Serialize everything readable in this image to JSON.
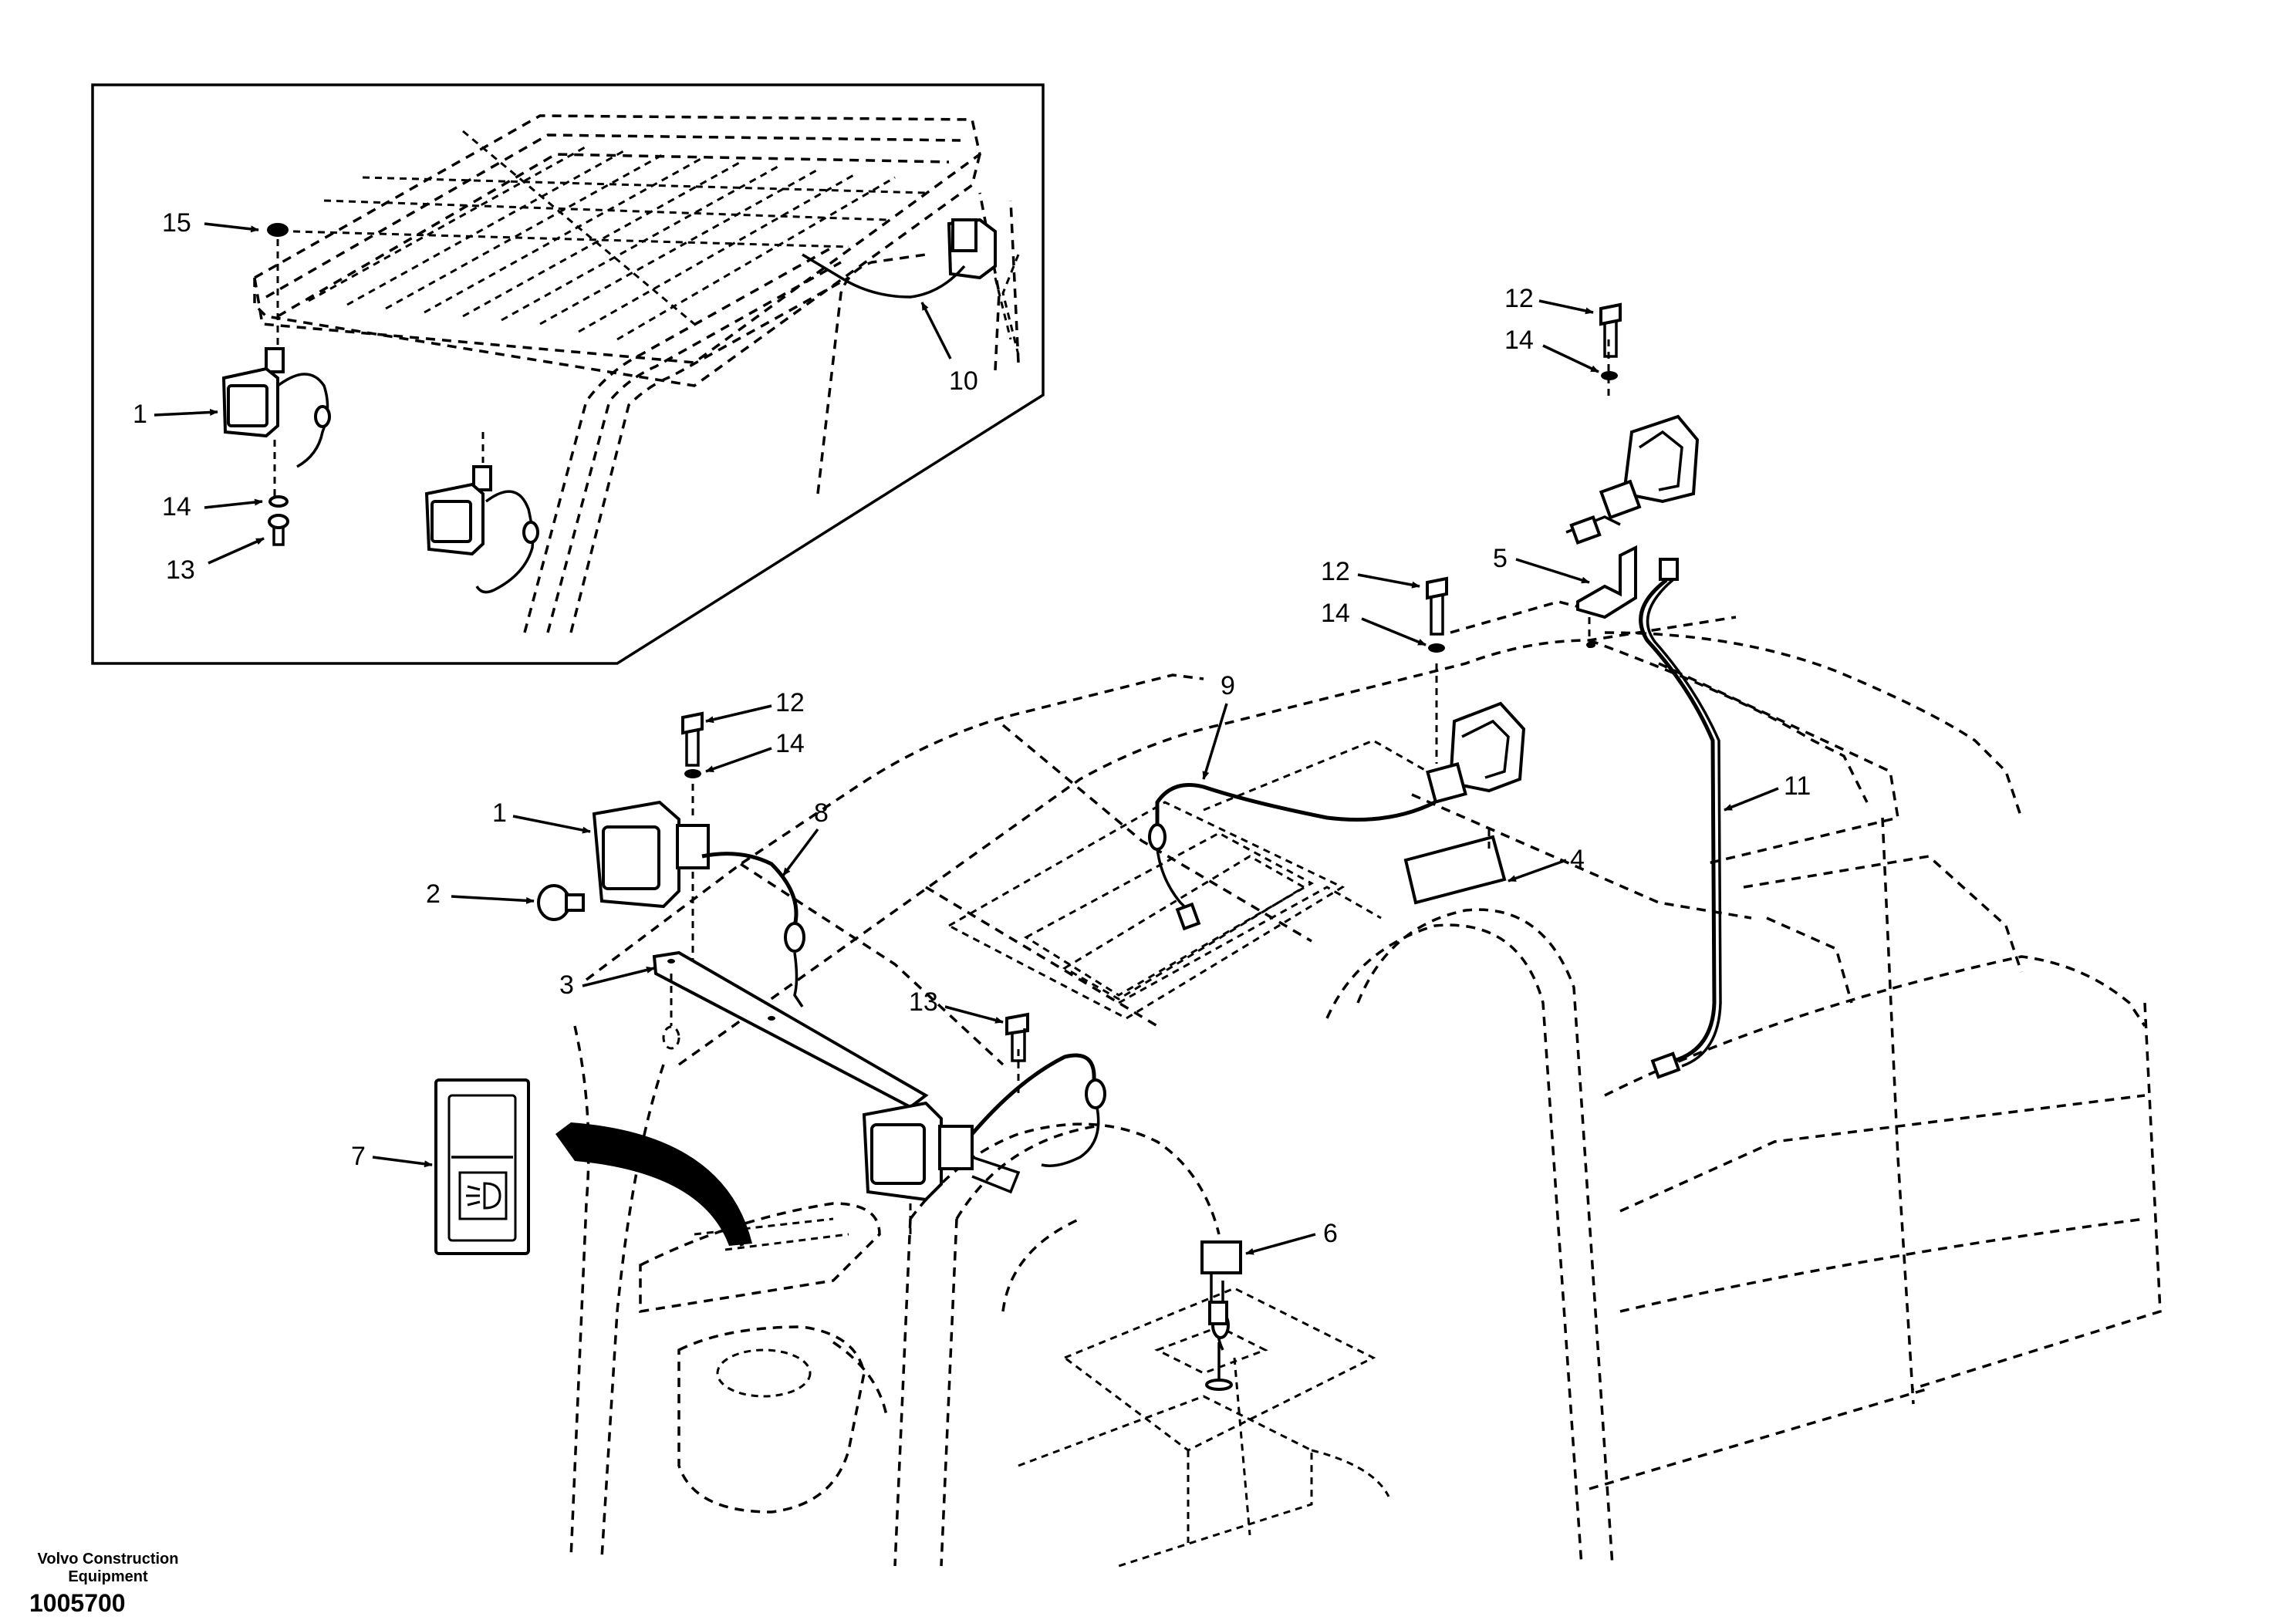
{
  "callouts": {
    "inset_1": "1",
    "inset_10": "10",
    "inset_13": "13",
    "inset_14": "14",
    "inset_15": "15",
    "main_1": "1",
    "main_2": "2",
    "main_3": "3",
    "main_4": "4",
    "main_5": "5",
    "main_6": "6",
    "main_7": "7",
    "main_8": "8",
    "main_9": "9",
    "main_11": "11",
    "main_12a": "12",
    "main_12b": "12",
    "main_12c": "12",
    "main_13": "13",
    "main_14a": "14",
    "main_14b": "14",
    "main_14c": "14"
  },
  "footer": {
    "brand_line1": "Volvo Construction",
    "brand_line2": "Equipment",
    "doc_number": "1005700"
  },
  "icons": {
    "switch_symbol": "work-light-icon"
  }
}
